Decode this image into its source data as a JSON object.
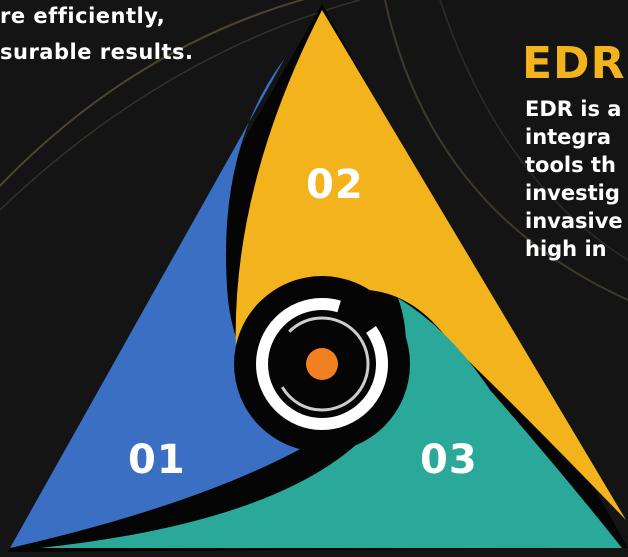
{
  "intro_text": {
    "lines": [
      "re efficiently,",
      "surable results."
    ]
  },
  "edr": {
    "title": "EDR",
    "lines": [
      "EDR is a",
      "integra",
      "tools th",
      "investig",
      "invasive",
      "high in"
    ]
  },
  "segments": [
    {
      "number": "01",
      "color": "#3a6fc4"
    },
    {
      "number": "02",
      "color": "#f2b31c"
    },
    {
      "number": "03",
      "color": "#2aa89a"
    }
  ],
  "colors": {
    "background": "#141414",
    "center_dot": "#f08020",
    "accent": "#f2b31c"
  }
}
